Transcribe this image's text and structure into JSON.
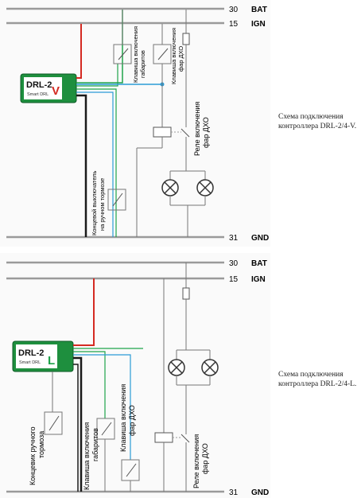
{
  "rails": {
    "bat_num": "30",
    "bat_label": "BAT",
    "ign_num": "15",
    "ign_label": "IGN",
    "gnd_num": "31",
    "gnd_label": "GND"
  },
  "module_v": {
    "name": "DRL-2",
    "variant": "V",
    "sub": "Smart DRL"
  },
  "module_l": {
    "name": "DRL-2",
    "variant": "L",
    "sub": "Smart DRL"
  },
  "diagram_v": {
    "caption": "Схема подключения контроллера DRL-2/4-V.",
    "sw_markers_1": "Клавиша включения",
    "sw_markers_2": "габаритов",
    "sw_drl_1": "Клавиша включения",
    "sw_drl_2": "фар ДХО",
    "relay_1": "Реле включения",
    "relay_2": "фар ДХО",
    "brake_1": "Концевой выключатель",
    "brake_2": "на ручном тормозе"
  },
  "diagram_l": {
    "caption": "Схема подключения контроллера DRL-2/4-L.",
    "brake_1": "Концевик ручного",
    "brake_2": "тормоза",
    "sw_markers_1": "Клавиша включения",
    "sw_markers_2": "габаритов",
    "sw_drl_1": "Клавиша включения",
    "sw_drl_2": "фар ДХО",
    "relay_1": "Реле включения",
    "relay_2": "фар ДХО"
  },
  "colors": {
    "red": "#d42a22",
    "green": "#1fa34a",
    "blue": "#2a9bd6",
    "black": "#1a1a1a",
    "rail": "#9a9a9a",
    "module": "#1e8f3e"
  },
  "icons": [
    "lamp-icon",
    "relay-coil-icon",
    "switch-icon",
    "fuse-icon"
  ]
}
